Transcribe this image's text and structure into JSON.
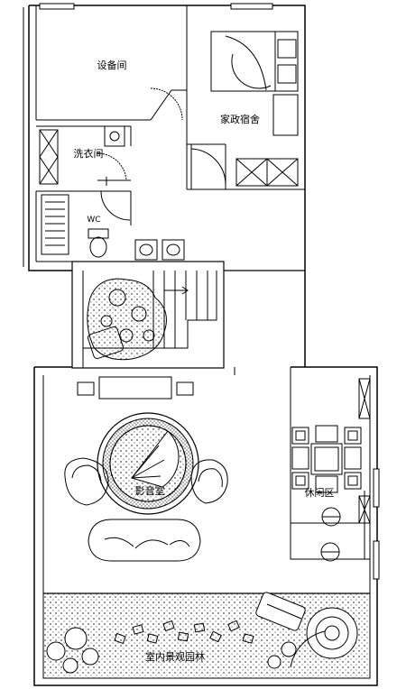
{
  "rooms": {
    "equipment_room": "设备间",
    "nanny_room": "家政宿舍",
    "laundry_room": "洗衣间",
    "wc": "WC",
    "audio_room": "影音室",
    "leisure_area": "休闲区",
    "indoor_garden": "室内景观园林"
  },
  "colors": {
    "line": "#000000",
    "background": "#ffffff"
  }
}
